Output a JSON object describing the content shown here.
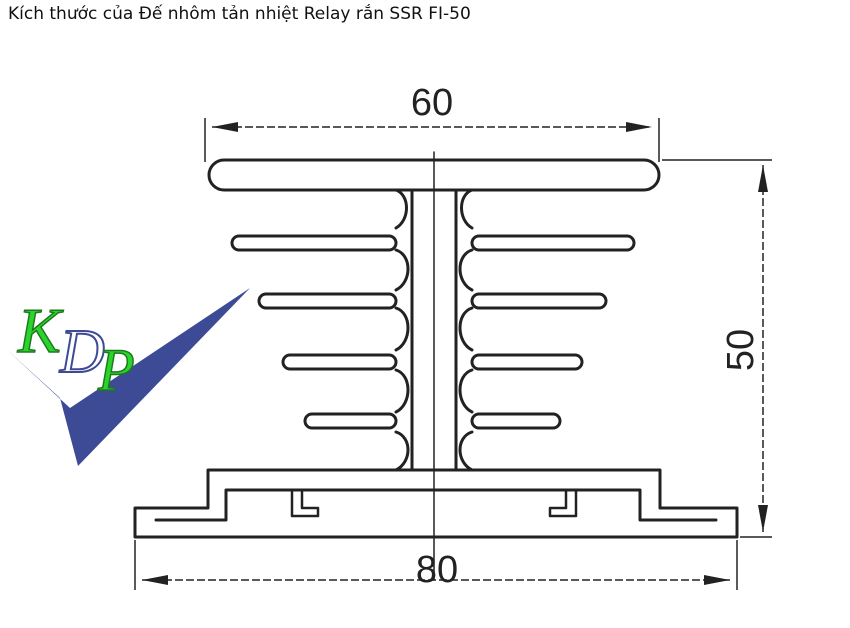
{
  "page": {
    "title": "Kích thước của Đế nhôm tản nhiệt Relay rắn SSR FI-50"
  },
  "logo": {
    "letters": "KDP"
  },
  "dimensions": {
    "top_width": "60",
    "height": "50",
    "bottom_width": "80"
  },
  "colors": {
    "outline": "#222222",
    "logo_blue": "#3d4a96",
    "logo_green": "#2ad42a"
  }
}
